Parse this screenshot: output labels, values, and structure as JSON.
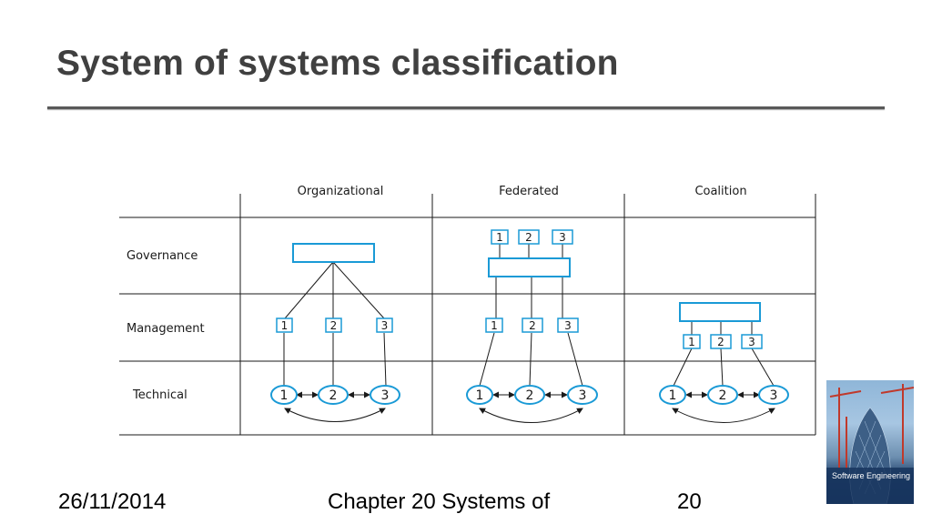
{
  "slide": {
    "title": "System of systems classification",
    "footer_date": "26/11/2014",
    "footer_chapter": "Chapter 20 Systems of",
    "footer_page": "20"
  },
  "diagram": {
    "columns": [
      "Organizational",
      "Federated",
      "Coalition"
    ],
    "rows": [
      "Governance",
      "Management",
      "Technical"
    ],
    "box_labels": [
      "1",
      "2",
      "3"
    ],
    "node_labels": [
      "1",
      "2",
      "3"
    ],
    "colors": {
      "accent": "#1a9ad6",
      "line": "#1a1a1a",
      "text": "#1a1a1a"
    }
  },
  "book_cover": {
    "title": "Software Engineering"
  }
}
